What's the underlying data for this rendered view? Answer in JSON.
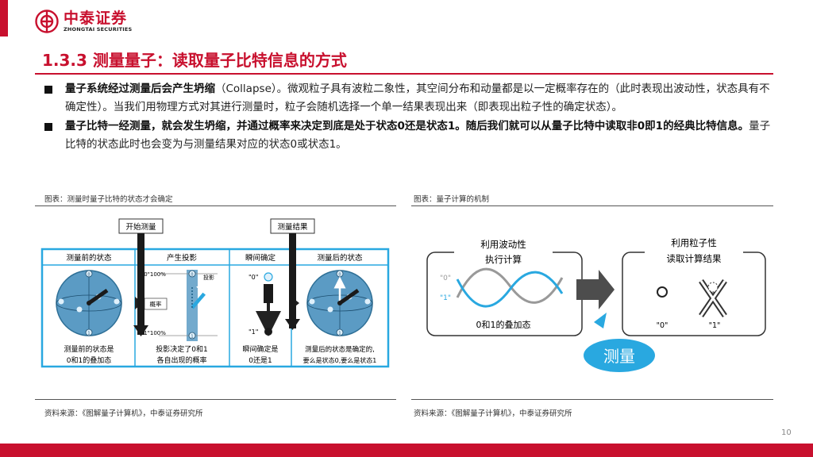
{
  "brand": {
    "name_cn": "中泰证券",
    "name_en": "ZHONGTAI SECURITIES"
  },
  "title": "1.3.3 测量量子：读取量子比特信息的方式",
  "bullets": [
    {
      "bold": "量子系统经过测量后会产生坍缩",
      "rest": "（Collapse）。微观粒子具有波粒二象性，其空间分布和动量都是以一定概率存在的（此时表现出波动性，状态具有不确定性）。当我们用物理方式对其进行测量时，粒子会随机选择一个单一结果表现出来（即表现出粒子性的确定状态）。"
    },
    {
      "bold": "量子比特一经测量，就会发生坍缩，并通过概率来决定到底是处于状态0还是状态1。随后我们就可以从量子比特中读取非0即1的经典比特信息。",
      "rest": "量子比特的状态此时也会变为与测量结果对应的状态0或状态1。"
    }
  ],
  "figure_left": {
    "caption": "图表：测量时量子比特的状态才会确定",
    "source": "资料来源：《图解量子计算机》，中泰证券研究所",
    "top_labels": {
      "start": "开始测量",
      "result": "测量结果"
    },
    "stages": [
      "测量前的状态",
      "产生投影",
      "瞬间确定",
      "测量后的状态"
    ],
    "descriptions": [
      [
        "测量前的状态是",
        "0和1的叠加态"
      ],
      [
        "投影决定了0和1",
        "各自出现的概率"
      ],
      [
        "瞬间确定是",
        "0还是1"
      ],
      [
        "测量后的状态是确定的,",
        "要么是状态0,要么是状态1"
      ]
    ],
    "proj": {
      "zero": "\"0\"100%",
      "one": "\"1\"100%",
      "prob": "概率",
      "proj": "投影"
    },
    "instant": {
      "zero": "\"0\"",
      "one": "\"1\""
    },
    "axis": {
      "top": "0",
      "bottom": "1"
    }
  },
  "figure_right": {
    "caption": "图表：量子计算的机制",
    "source": "资料来源：《图解量子计算机》，中泰证券研究所",
    "box1": {
      "line1": "利用波动性",
      "line2": "执行计算",
      "zero": "\"0\"",
      "one": "\"1\"",
      "label": "0和1的叠加态"
    },
    "box2": {
      "line1": "利用粒子性",
      "line2": "读取计算结果",
      "zero": "\"0\"",
      "one": "\"1\""
    },
    "bubble": "测量"
  },
  "page_number": "10",
  "colors": {
    "brand_red": "#c8102e",
    "accent_blue": "#29a8e0",
    "sphere_blue": "#5b9bc4"
  }
}
